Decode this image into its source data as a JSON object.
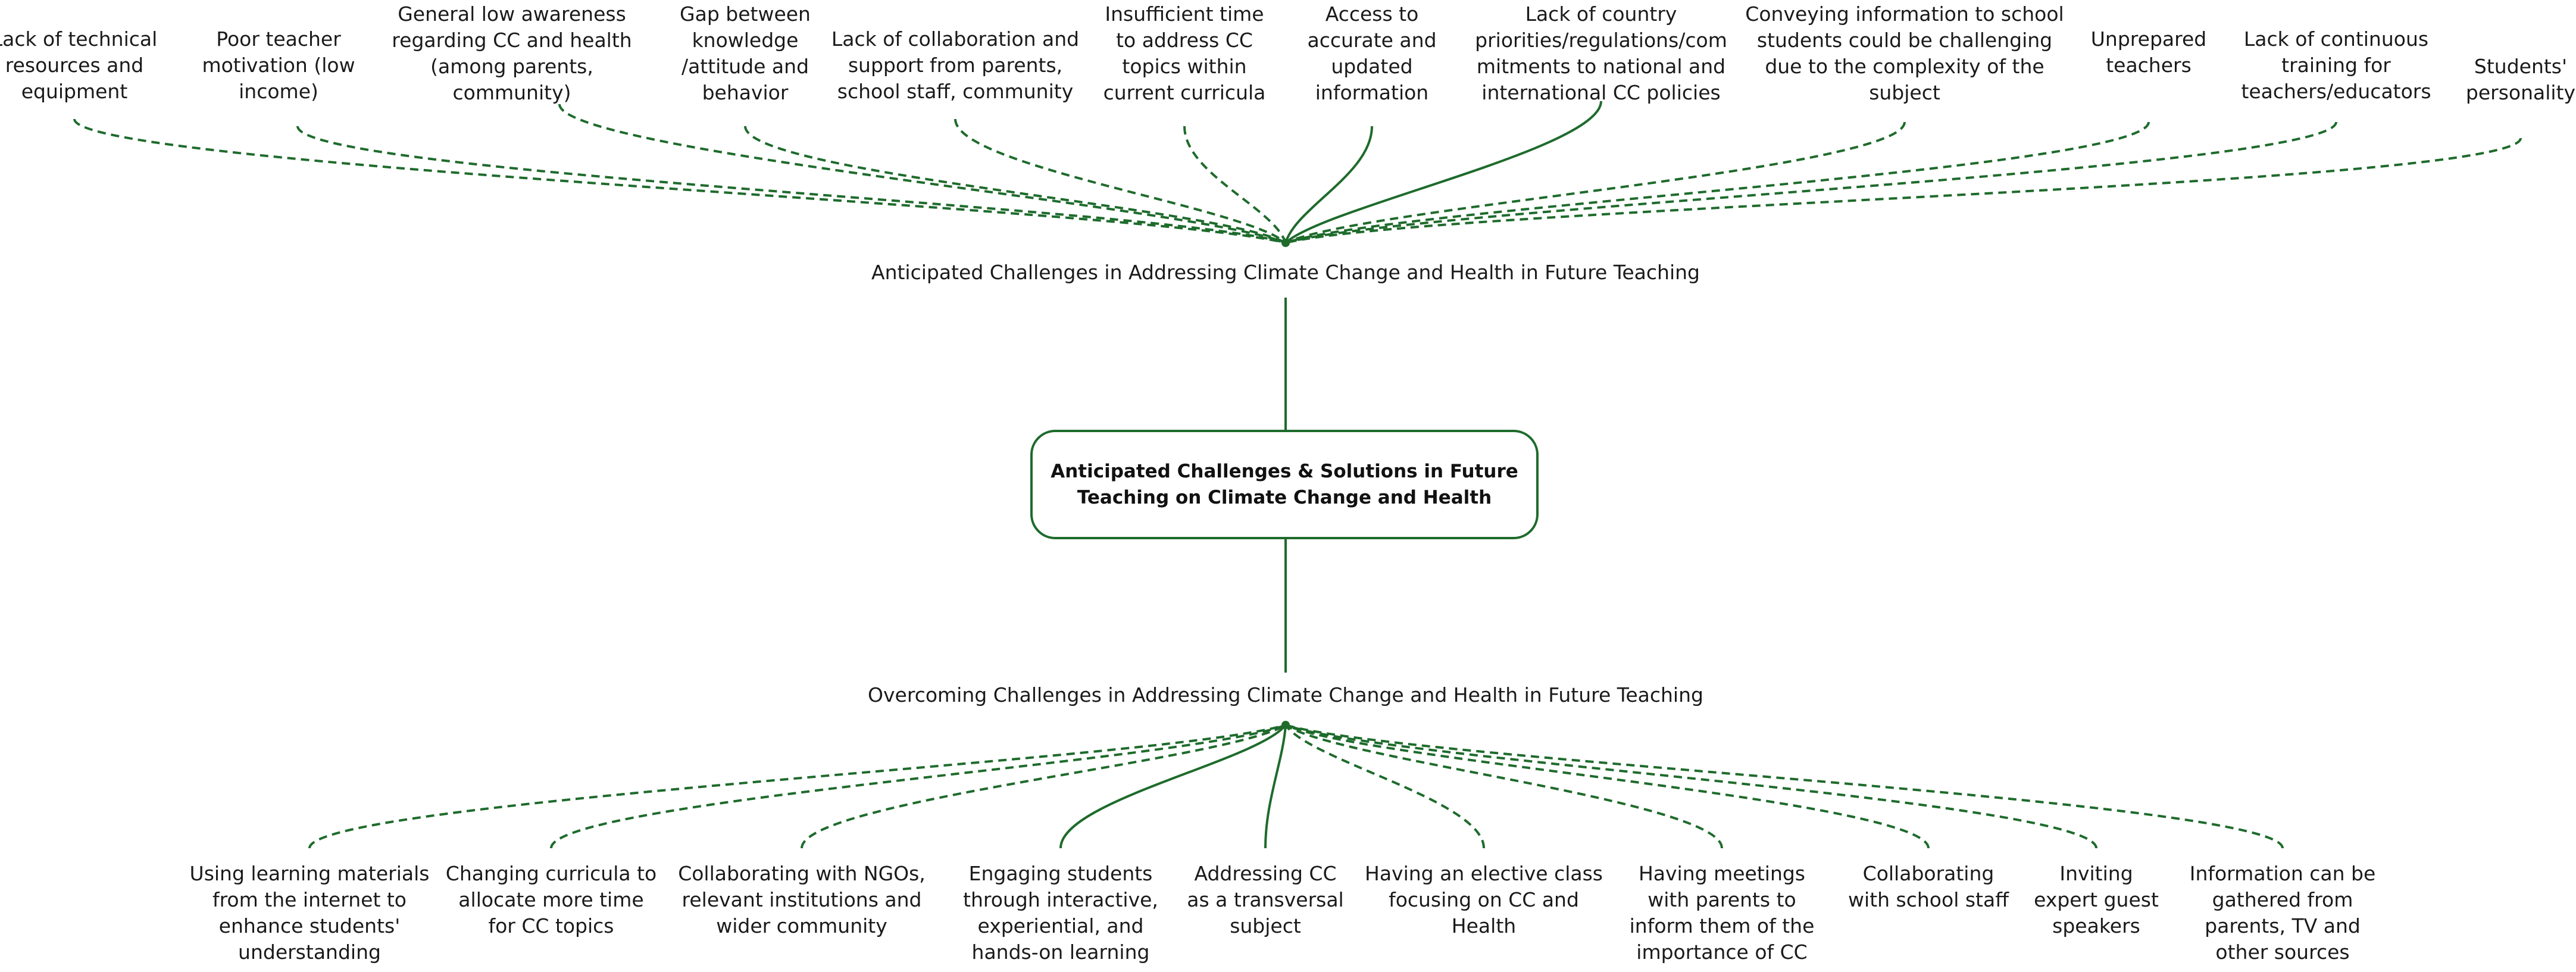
{
  "colors": {
    "line": "#1e6b2c",
    "text": "#1a1a1a",
    "background": "#ffffff"
  },
  "root": {
    "label": "Anticipated Challenges & Solutions in Future\nTeaching on Climate Change and Health"
  },
  "challenges": {
    "heading": "Anticipated Challenges in Addressing Climate Change and Health in Future Teaching",
    "items": [
      {
        "label": "Lack of technical\nresources and\nequipment",
        "style": "dashed"
      },
      {
        "label": "Poor teacher\nmotivation (low\nincome)",
        "style": "dashed"
      },
      {
        "label": "General low awareness\nregarding CC and health\n(among parents,\ncommunity)",
        "style": "dashed"
      },
      {
        "label": "Gap between\nknowledge\n/attitude and\nbehavior",
        "style": "dashed"
      },
      {
        "label": "Lack of collaboration and\nsupport from parents,\nschool staff, community",
        "style": "dashed"
      },
      {
        "label": "Insufficient time\nto address CC\ntopics within\ncurrent curricula",
        "style": "dashed"
      },
      {
        "label": "Access to\naccurate and\nupdated\ninformation",
        "style": "solid"
      },
      {
        "label": "Lack of country\npriorities/regulations/com\nmitments to national and\ninternational CC policies",
        "style": "solid"
      },
      {
        "label": "Conveying information to school\nstudents could be challenging\ndue to the complexity of the\nsubject",
        "style": "dashed"
      },
      {
        "label": "Unprepared\nteachers",
        "style": "dashed"
      },
      {
        "label": "Lack of continuous\ntraining for\nteachers/educators",
        "style": "dashed"
      },
      {
        "label": "Students'\npersonality",
        "style": "dashed"
      }
    ]
  },
  "solutions": {
    "heading": "Overcoming Challenges in Addressing Climate Change and Health in Future Teaching",
    "items": [
      {
        "label": "Using learning materials\nfrom the internet to\nenhance students'\nunderstanding",
        "style": "dashed"
      },
      {
        "label": "Changing curricula to\nallocate more time\nfor CC topics",
        "style": "dashed"
      },
      {
        "label": "Collaborating with NGOs,\nrelevant institutions and\nwider community",
        "style": "dashed"
      },
      {
        "label": "Engaging students\nthrough interactive,\nexperiential, and\nhands-on learning",
        "style": "solid"
      },
      {
        "label": "Addressing CC\nas a transversal\nsubject",
        "style": "solid"
      },
      {
        "label": "Having an elective class\nfocusing on CC and\nHealth",
        "style": "dashed"
      },
      {
        "label": "Having meetings\nwith parents to\ninform them of the\nimportance of CC",
        "style": "dashed"
      },
      {
        "label": "Collaborating\nwith school staff",
        "style": "dashed"
      },
      {
        "label": "Inviting\nexpert guest\nspeakers",
        "style": "dashed"
      },
      {
        "label": "Information can be\ngathered from\nparents, TV and\nother sources",
        "style": "dashed"
      }
    ]
  }
}
